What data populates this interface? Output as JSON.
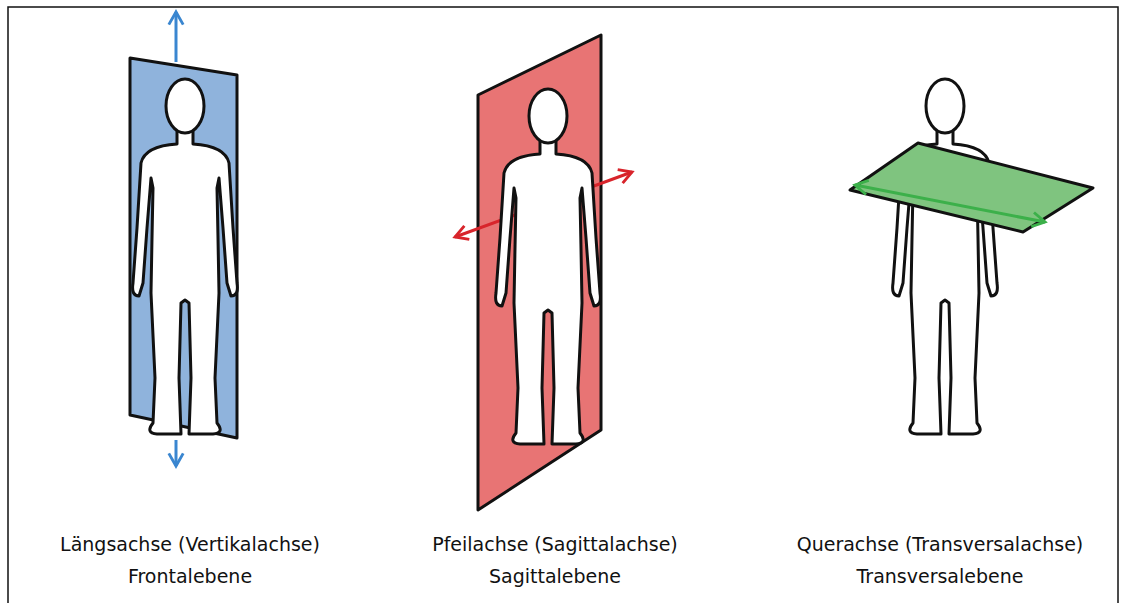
{
  "diagram": {
    "labels": [
      "Längsachse (Vertikalachse)",
      "Frontalebene",
      "Pfeilachse (Sagittalachse)",
      "Sagittalebene",
      "Querachse (Transversalachse)",
      "Transversalebene"
    ]
  }
}
